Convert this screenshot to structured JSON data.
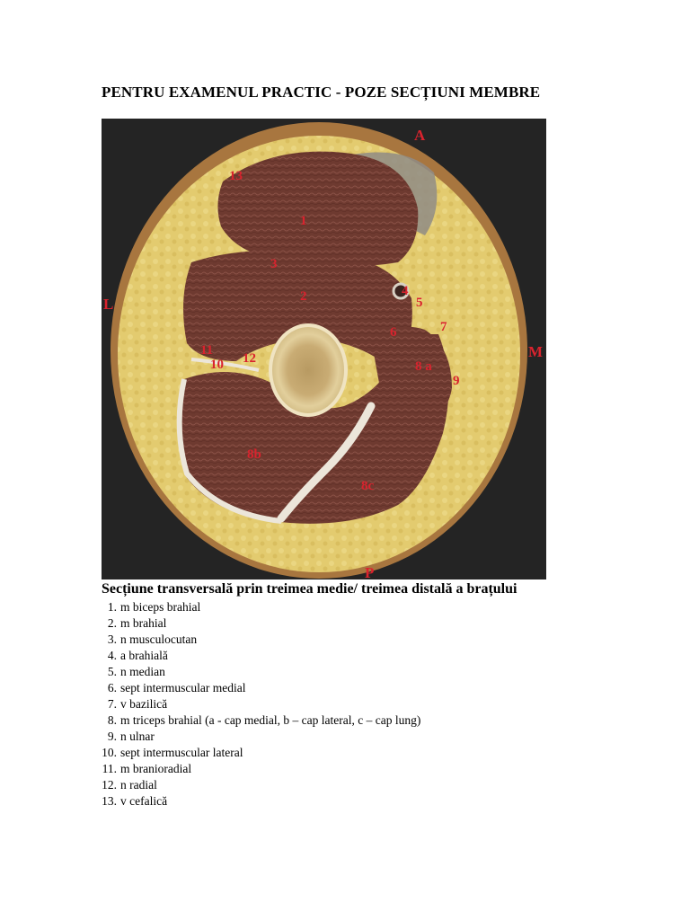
{
  "document": {
    "title": "PENTRU EXAMENUL PRACTIC - POZE SECȚIUNI MEMBRE",
    "caption": "Secțiune transversală prin treimea medie/ treimea distală a brațului"
  },
  "figure": {
    "orientation_labels": {
      "anterior": "A",
      "posterior": "P",
      "lateral": "L",
      "medial": "M"
    },
    "number_labels": {
      "l1": "1",
      "l2": "2",
      "l3": "3",
      "l4": "4",
      "l5": "5",
      "l6": "6",
      "l7": "7",
      "l8a": "8 a",
      "l8b": "8b",
      "l8c": "8c",
      "l9": "9",
      "l10": "10",
      "l11": "11",
      "l12": "12",
      "l13": "13"
    }
  },
  "legend": [
    {
      "num": "1.",
      "text": "m biceps brahial"
    },
    {
      "num": "2.",
      "text": "m brahial"
    },
    {
      "num": "3.",
      "text": "n musculocutan"
    },
    {
      "num": "4.",
      "text": "a brahială"
    },
    {
      "num": "5.",
      "text": "n median"
    },
    {
      "num": "6.",
      "text": "sept intermuscular medial"
    },
    {
      "num": "7.",
      "text": "v bazilică"
    },
    {
      "num": "8.",
      "text": "m triceps brahial (a - cap medial, b – cap lateral, c – cap lung)"
    },
    {
      "num": "9.",
      "text": "n ulnar"
    },
    {
      "num": "10.",
      "text": "sept intermuscular lateral"
    },
    {
      "num": "11.",
      "text": "m branioradial"
    },
    {
      "num": "12.",
      "text": "n radial"
    },
    {
      "num": "13.",
      "text": "v cefalică"
    }
  ],
  "colors": {
    "background_photo": "#242424",
    "fat": "#e6cf78",
    "skin": "#a8763f",
    "muscle": "#6e3a30",
    "bone": "#d9c38c",
    "fascia": "#e8e2d6",
    "label_red": "#d9232e"
  }
}
